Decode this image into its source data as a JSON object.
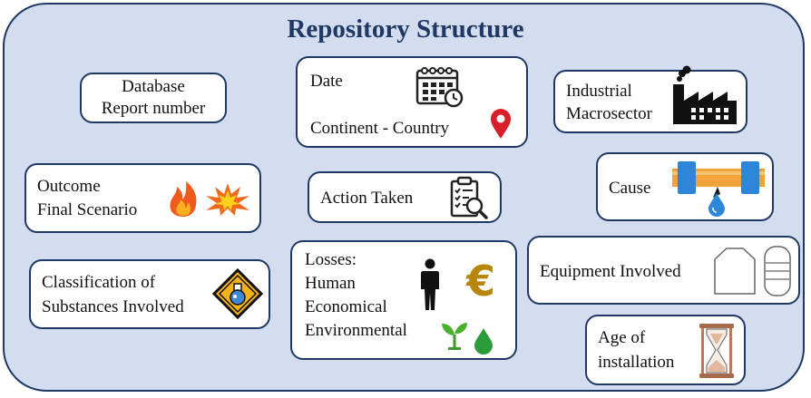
{
  "title": "Repository Structure",
  "boxes": {
    "database": {
      "line1": "Database",
      "line2": "Report number"
    },
    "date_location": {
      "date": "Date",
      "location": "Continent - Country"
    },
    "industrial": {
      "line1": "Industrial",
      "line2": "Macrosector"
    },
    "outcome": {
      "line1": "Outcome",
      "line2": "Final Scenario"
    },
    "action": {
      "label": "Action Taken"
    },
    "cause": {
      "label": "Cause"
    },
    "classification": {
      "line1": "Classification of",
      "line2": "Substances Involved"
    },
    "losses": {
      "line1": "Losses:",
      "line2": "Human",
      "line3": "Economical",
      "line4": "Environmental",
      "currency": "€"
    },
    "equipment": {
      "label": "Equipment Involved"
    },
    "age": {
      "line1": "Age of",
      "line2": "installation"
    }
  },
  "colors": {
    "panel_bg": "#d4dcf0",
    "border": "#1f3864",
    "title": "#1f3864"
  }
}
